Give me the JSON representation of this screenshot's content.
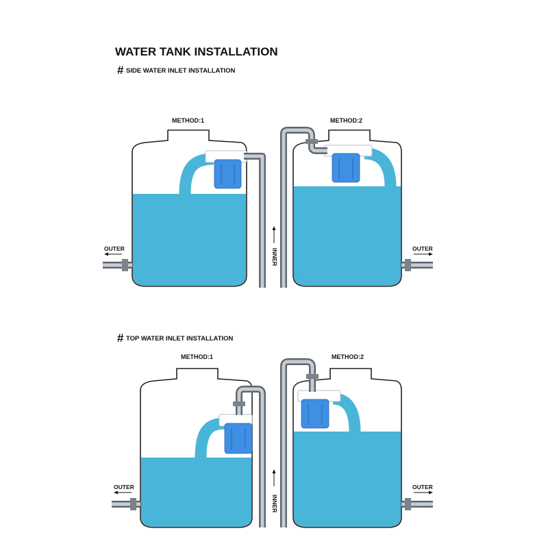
{
  "title": "WATER TANK INSTALLATION",
  "sections": [
    {
      "hash": "#",
      "heading": "SIDE WATER INLET INSTALLATION",
      "method_1": "METHOD:1",
      "method_2": "METHOD:2",
      "outer_left": "OUTER",
      "outer_right": "OUTER",
      "inner": "INNER"
    },
    {
      "hash": "#",
      "heading": "TOP WATER INLET INSTALLATION",
      "method_1": "METHOD:1",
      "method_2": "METHOD:2",
      "outer_left": "OUTER",
      "outer_right": "OUTER",
      "inner": "INNER"
    }
  ],
  "colors": {
    "water": "#49b5d8",
    "valve": "#3f8fe3",
    "pipe": "#5e6670",
    "tank_outline": "#222222"
  }
}
